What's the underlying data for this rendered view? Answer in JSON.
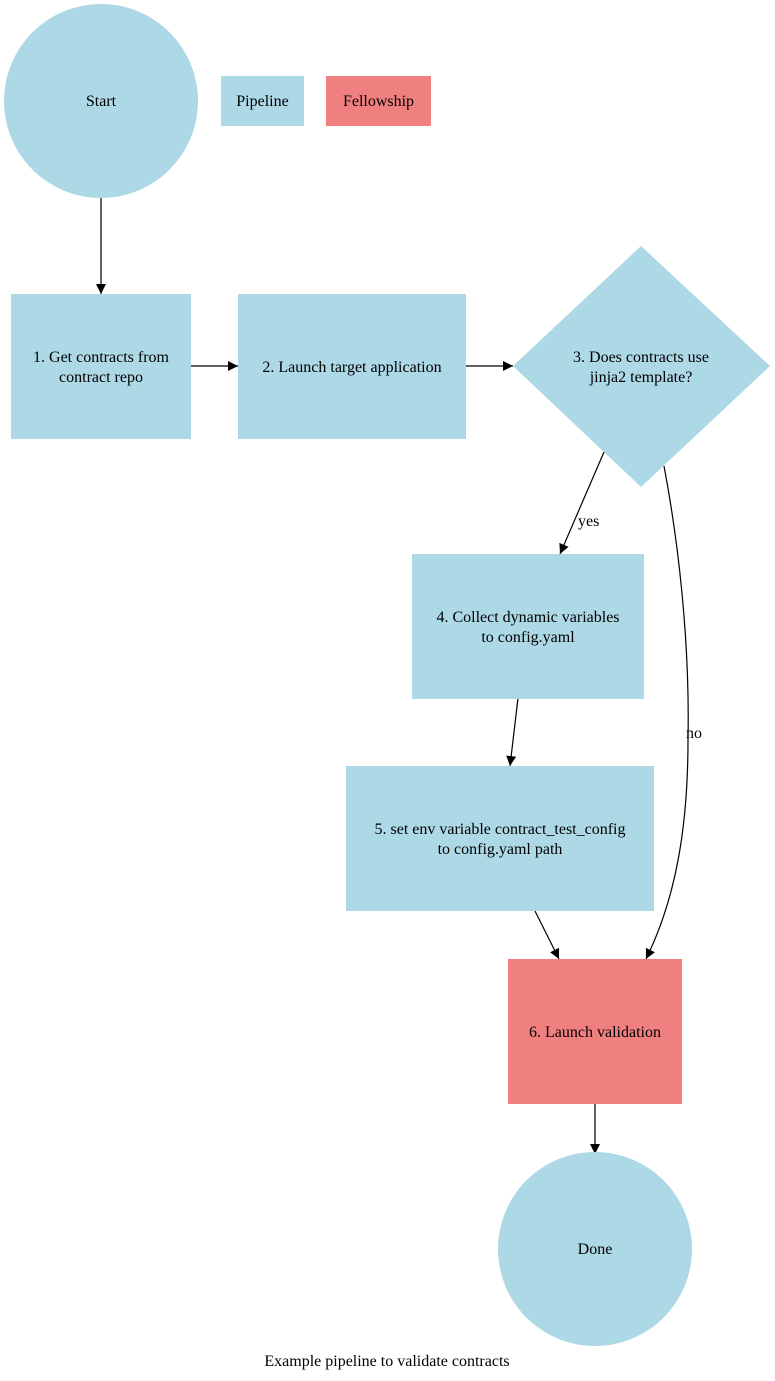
{
  "diagram": {
    "colors": {
      "pipeline": "#add8e6",
      "fellowship": "#f08080",
      "edge": "#000000"
    },
    "legend": {
      "pipeline": "Pipeline",
      "fellowship": "Fellowship"
    },
    "nodes": {
      "start": {
        "label": "Start"
      },
      "step1": {
        "line1": "1. Get contracts from",
        "line2": "contract repo"
      },
      "step2": {
        "label": "2. Launch target application"
      },
      "step3": {
        "line1": "3. Does contracts use",
        "line2": "jinja2 template?"
      },
      "step4": {
        "line1": "4. Collect dynamic variables",
        "line2": "to config.yaml"
      },
      "step5": {
        "line1": "5. set env variable contract_test_config",
        "line2": "to config.yaml path"
      },
      "step6": {
        "label": "6. Launch validation"
      },
      "done": {
        "label": "Done"
      }
    },
    "edge_labels": {
      "yes": "yes",
      "no": "no"
    },
    "caption": "Example pipeline to validate contracts"
  }
}
